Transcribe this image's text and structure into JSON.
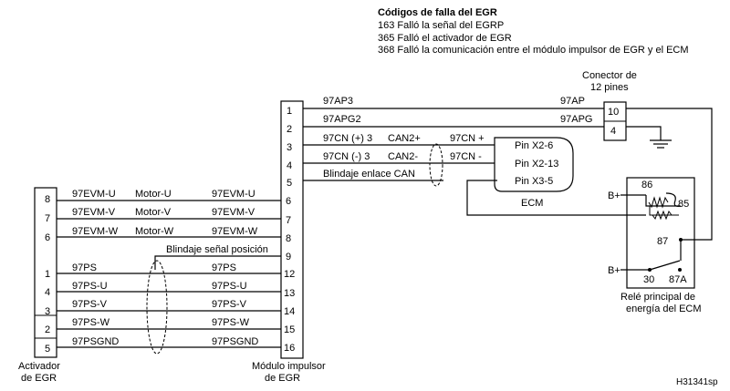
{
  "title": "Códigos de falla del EGR",
  "fault_codes": [
    "163 Falló la señal del EGRP",
    "365 Falló el activador de EGR",
    "368 Falló la comunicación entre el módulo impulsor de EGR y el ECM"
  ],
  "connector_label": [
    "Conector de",
    "12 pines"
  ],
  "connector_pins": [
    "10",
    "4"
  ],
  "module_label": [
    "Módulo impulsor",
    "de EGR"
  ],
  "module_pins_top": [
    "1",
    "2",
    "3",
    "4",
    "5"
  ],
  "module_pins_left": [
    "6",
    "7",
    "8",
    "9",
    "12",
    "13",
    "14",
    "15",
    "16"
  ],
  "actuator_label": [
    "Activador",
    "de EGR"
  ],
  "actuator_pins": [
    "8",
    "7",
    "6",
    "1",
    "4",
    "3",
    "2",
    "5"
  ],
  "wires_top": [
    {
      "left": "97AP3",
      "right": "97AP"
    },
    {
      "left": "97APG2",
      "right": "97APG"
    },
    {
      "left": "97CN (+) 3",
      "mid": "CAN2+",
      "right": "97CN +"
    },
    {
      "left": "97CN (-) 3",
      "mid": "CAN2-",
      "right": "97CN -"
    },
    {
      "left": "Blindaje enlace CAN"
    }
  ],
  "ecm_pins": [
    "Pin X2-6",
    "Pin X2-13",
    "Pin X3-5"
  ],
  "ecm_label": "ECM",
  "wires_left": [
    {
      "a": "97EVM-U",
      "m": "Motor-U",
      "b": "97EVM-U"
    },
    {
      "a": "97EVM-V",
      "m": "Motor-V",
      "b": "97EVM-V"
    },
    {
      "a": "97EVM-W",
      "m": "Motor-W",
      "b": "97EVM-W"
    },
    {
      "b": "Blindaje señal posición"
    },
    {
      "a": "97PS",
      "b": "97PS"
    },
    {
      "a": "97PS-U",
      "b": "97PS-U"
    },
    {
      "a": "97PS-V",
      "b": "97PS-V"
    },
    {
      "a": "97PS-W",
      "b": "97PS-W"
    },
    {
      "a": "97PSGND",
      "b": "97PSGND"
    }
  ],
  "relay_label": [
    "Relé principal de",
    "energía del ECM"
  ],
  "relay_pins": {
    "p86": "86",
    "p85": "85",
    "p87": "87",
    "p30": "30",
    "p87a": "87A"
  },
  "relay_power": [
    "B+",
    "B+"
  ],
  "figure_id": "H31341sp"
}
